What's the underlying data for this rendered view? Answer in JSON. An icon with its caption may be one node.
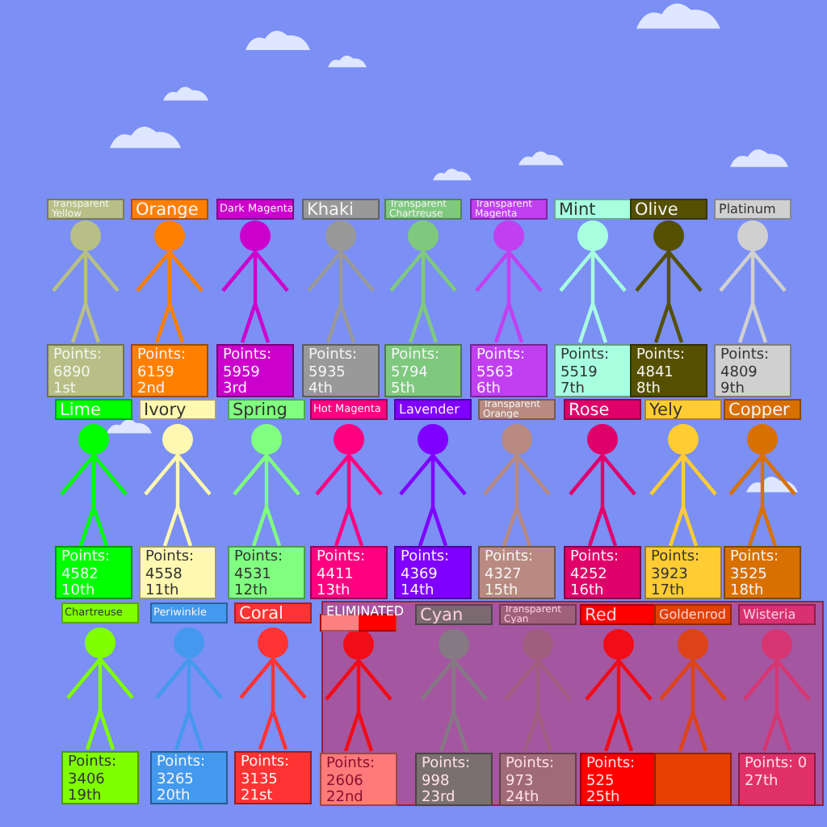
{
  "diagram": {
    "nodes": [
      {
        "text": [
          "Transparent Yellow"
        ]
      },
      {
        "text": [
          "Orange"
        ]
      },
      {
        "text": [
          "Dark Magenta"
        ]
      },
      {
        "text": [
          "Khaki"
        ]
      },
      {
        "text": [
          "Transparent Chartreuse"
        ]
      },
      {
        "text": [
          "Transparent Magenta"
        ]
      },
      {
        "text": [
          "Mint"
        ]
      },
      {
        "text": [
          "Olive"
        ]
      },
      {
        "text": [
          "Platinum"
        ]
      },
      {
        "text": [
          "Points: 6890 1st"
        ]
      },
      {
        "text": [
          "Points: 6159 2nd"
        ]
      },
      {
        "text": [
          "Points: 5959 3rd"
        ]
      },
      {
        "text": [
          "Points: 5935 4th"
        ]
      },
      {
        "text": [
          "Points: 5794 5th"
        ]
      },
      {
        "text": [
          "Points: 5563 6th"
        ]
      },
      {
        "text": [
          "Points: 5519 7th"
        ]
      },
      {
        "text": [
          "Points: 4841 8th"
        ]
      },
      {
        "text": [
          "Points: 4809 9th"
        ]
      },
      {
        "text": [
          "Lime"
        ]
      },
      {
        "text": [
          "Ivory"
        ]
      },
      {
        "text": [
          "Spring"
        ]
      },
      {
        "text": [
          "Hot Magenta"
        ]
      },
      {
        "text": [
          "Lavender"
        ]
      },
      {
        "text": [
          "Transparent Orange"
        ]
      },
      {
        "text": [
          "Rose"
        ]
      },
      {
        "text": [
          "Yely"
        ]
      },
      {
        "text": [
          "Copper"
        ]
      },
      {
        "text": [
          "Points: 4582 10th"
        ]
      },
      {
        "text": [
          "Points: 4558 11th"
        ]
      },
      {
        "text": [
          "Points: 4531 12th"
        ]
      },
      {
        "text": [
          "Points: 4411 13th"
        ]
      },
      {
        "text": [
          "Points: 4369 14th"
        ]
      },
      {
        "text": [
          "Points: 4327 15th"
        ]
      },
      {
        "text": [
          "Points: 4252 16th"
        ]
      },
      {
        "text": [
          "Points: 3923 17th"
        ]
      },
      {
        "text": [
          "Points: 3525 18th"
        ]
      },
      {
        "text": [
          "Chartreuse"
        ]
      },
      {
        "text": [
          "Periwinkle"
        ]
      },
      {
        "text": [
          "Coral"
        ]
      },
      {
        "text": [
          "ELIMINATED"
        ]
      },
      {
        "text": [],
        "shape": "box",
        "in": 39
      },
      {
        "text": [
          "Cyan"
        ],
        "in": 39
      },
      {
        "text": [
          "Transparent Cyan"
        ],
        "in": 39
      },
      {
        "text": [
          "Red"
        ],
        "in": 39
      },
      {
        "text": [
          "Goldenrod"
        ],
        "in": 39
      },
      {
        "text": [
          "Wisteria"
        ],
        "in": 39
      },
      {
        "text": [
          "Points: 3406 19th"
        ]
      },
      {
        "text": [
          "Points: 3265 20th"
        ]
      },
      {
        "text": [
          "Points: 3135 21st"
        ]
      },
      {
        "text": [
          "Points: 2606 22nd"
        ],
        "in": 39
      },
      {
        "text": [
          "Points: 998 23rd"
        ],
        "in": 39
      },
      {
        "text": [
          "Points: 973 24th"
        ],
        "in": 39
      },
      {
        "text": [
          "Points: 525 25th"
        ],
        "in": 39
      },
      {
        "text": [],
        "shape": "box",
        "in": 39
      },
      {
        "text": [
          "Points: 0",
          "27th"
        ],
        "in": 39
      }
    ]
  }
}
